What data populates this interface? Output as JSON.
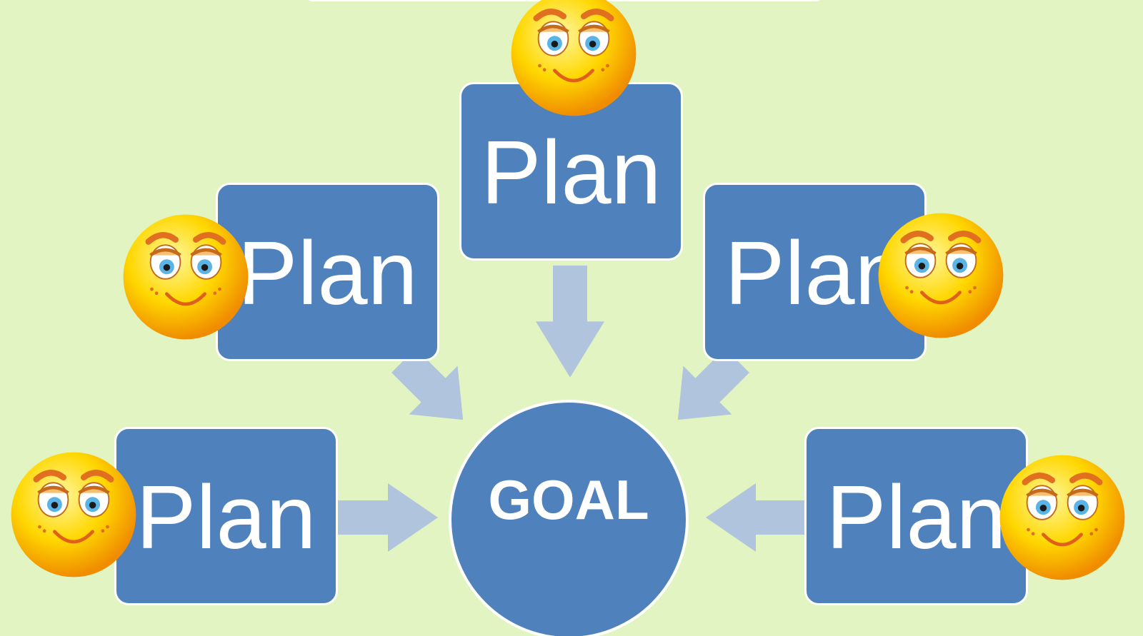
{
  "diagram": {
    "plan_boxes": [
      {
        "id": "top",
        "label": "Plan"
      },
      {
        "id": "upper-left",
        "label": "Plan"
      },
      {
        "id": "upper-right",
        "label": "Plan"
      },
      {
        "id": "lower-left",
        "label": "Plan"
      },
      {
        "id": "lower-right",
        "label": "Plan"
      }
    ],
    "goal_label": "GOAL"
  },
  "colors": {
    "background": "#e1f4c2",
    "box_fill": "#4f81bd",
    "arrow_fill": "#b0c4de",
    "border": "#ffffff",
    "smiley_yellow": "#ffd700"
  },
  "icons": [
    "smiley-face-icon",
    "arrow-icon"
  ]
}
